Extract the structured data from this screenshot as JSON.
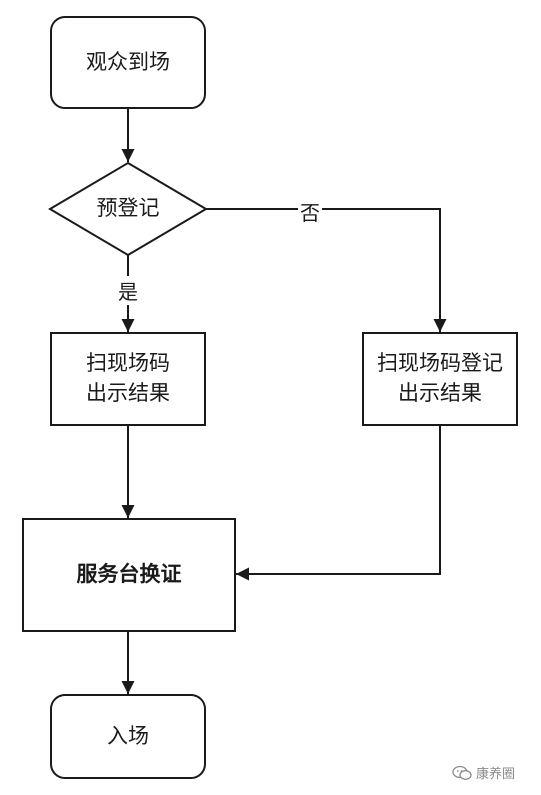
{
  "nodes": {
    "arrival": "观众到场",
    "preregistered": "预登记",
    "scan_show": "扫现场码\n出示结果",
    "scan_register": "扫现场码登记\n出示结果",
    "service_desk": "服务台换证",
    "entry": "入场"
  },
  "edges": {
    "yes": "是",
    "no": "否"
  },
  "watermark": {
    "icon": "wechat-icon",
    "text": "康养圈"
  }
}
